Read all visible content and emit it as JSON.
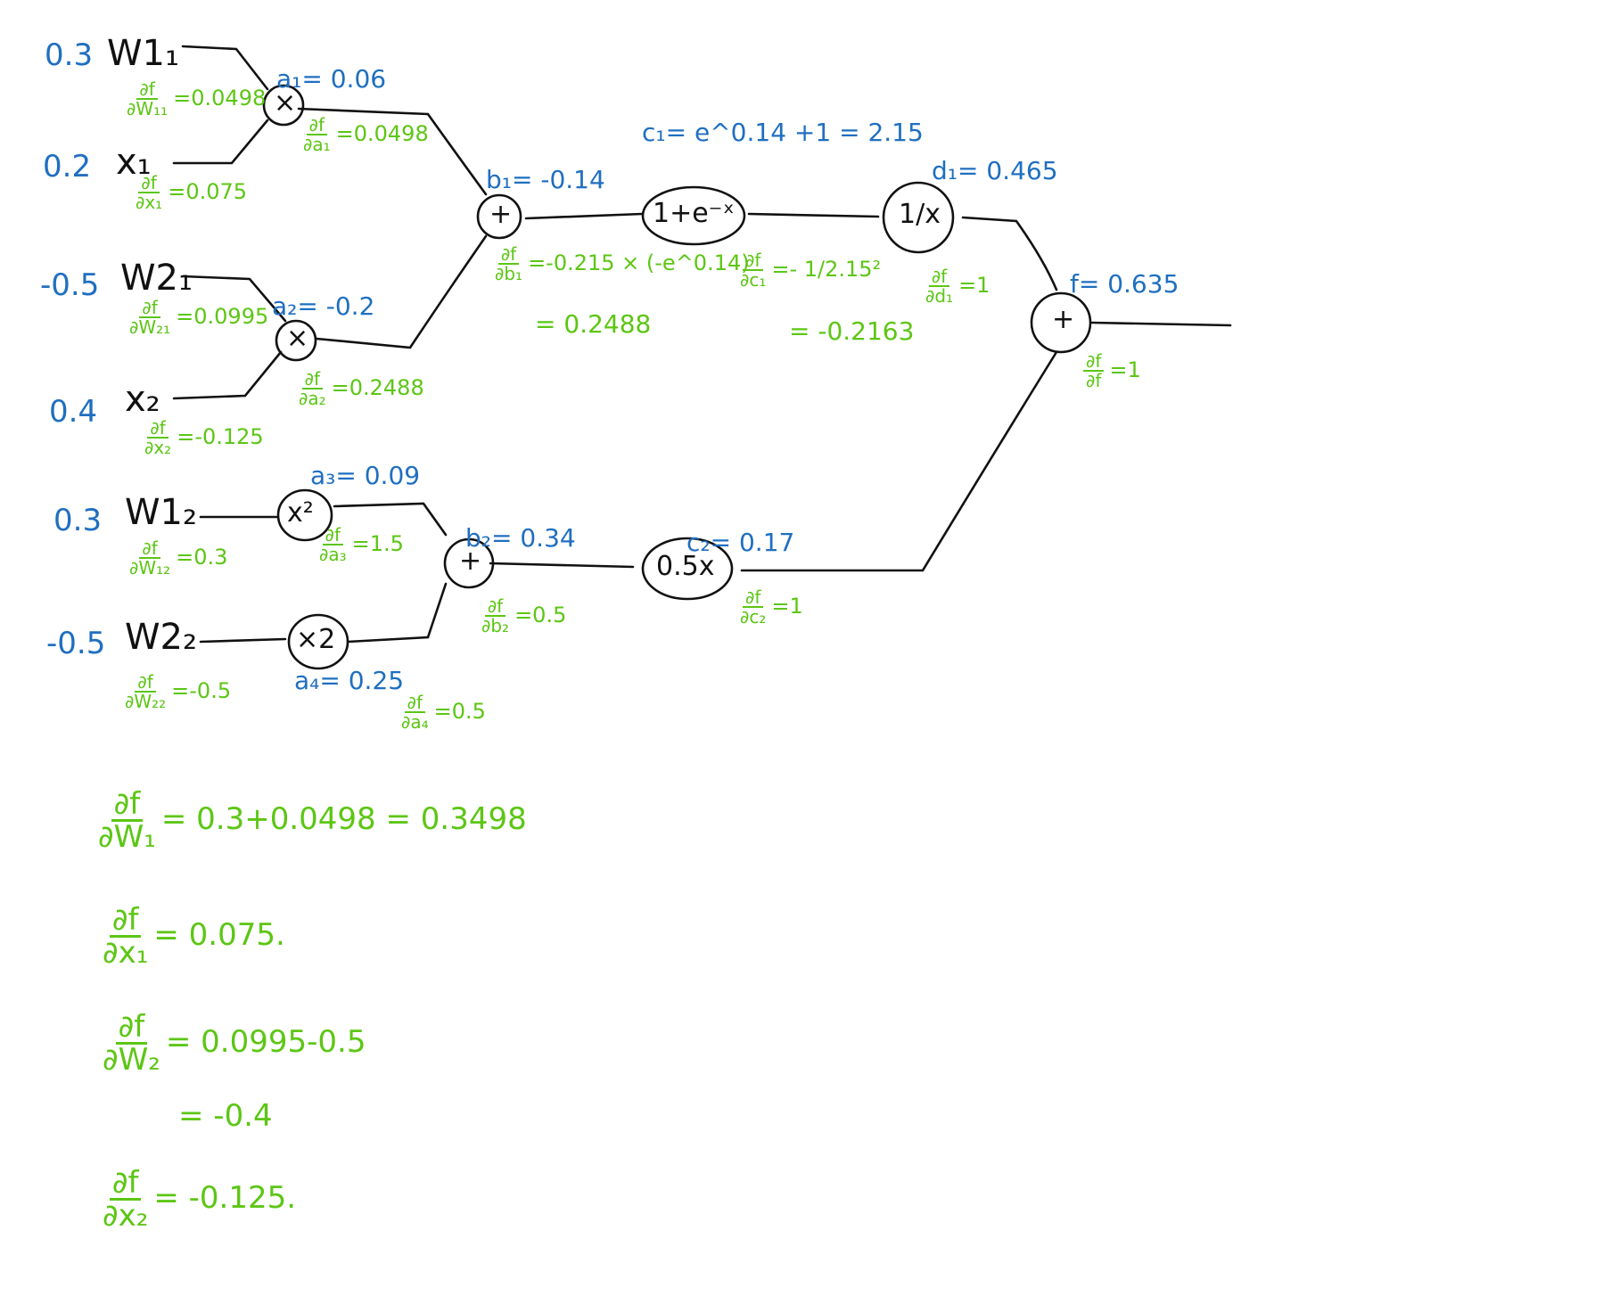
{
  "inputs": [
    {
      "value": "0.3",
      "name": "W1₁",
      "grad": "0.0498"
    },
    {
      "value": "0.2",
      "name": "x₁",
      "grad": "0.075"
    },
    {
      "value": "-0.5",
      "name": "W2₁",
      "grad": "0.0995"
    },
    {
      "value": "0.4",
      "name": "x₂",
      "grad": "-0.125"
    },
    {
      "value": "0.3",
      "name": "W1₂",
      "grad": "0.3"
    },
    {
      "value": "-0.5",
      "name": "W2₂",
      "grad": "-0.5"
    }
  ],
  "nodes": {
    "mul1": {
      "op": "×",
      "fwd": "a₁= 0.06",
      "grad_den": "∂a₁",
      "grad": "0.0498"
    },
    "mul2": {
      "op": "×",
      "fwd": "a₂= -0.2",
      "grad_den": "∂a₂",
      "grad": "0.2488"
    },
    "sq": {
      "op": "x²",
      "fwd": "a₃= 0.09",
      "grad_den": "∂a₃",
      "grad": "1.5"
    },
    "mulx2": {
      "op": "×2",
      "fwd": "a₄= 0.25",
      "grad_den": "∂a₄",
      "grad": "0.5"
    },
    "add1": {
      "op": "+",
      "fwd": "b₁= -0.14",
      "grad_den": "∂b₁",
      "grad_expr": "-0.215 × (-e^0.14)",
      "grad": "= 0.2488"
    },
    "add2": {
      "op": "+",
      "fwd": "b₂= 0.34",
      "grad_den": "∂b₂",
      "grad": "0.5"
    },
    "exp": {
      "op": "1+e⁻ˣ",
      "fwd": "c₁= e^0.14 +1 = 2.15",
      "grad_den": "∂c₁",
      "grad_expr": "- 1/2.15²",
      "grad": "= -0.2163"
    },
    "half": {
      "op": "0.5x",
      "fwd": "c₂= 0.17",
      "grad_den": "∂c₂",
      "grad": "1"
    },
    "recip": {
      "op": "1/x",
      "fwd": "d₁= 0.465",
      "grad_den": "∂d₁",
      "grad": "1"
    },
    "out": {
      "op": "+",
      "fwd": "f= 0.635",
      "grad_den": "∂f",
      "grad": "1"
    }
  },
  "summary": [
    {
      "den": "∂W₁",
      "expr": "= 0.3+0.0498 = 0.3498"
    },
    {
      "den": "∂x₁",
      "expr": "= 0.075."
    },
    {
      "den": "∂W₂",
      "expr": "= 0.0995-0.5"
    },
    {
      "den": "",
      "expr": "= -0.4"
    },
    {
      "den": "∂x₂",
      "expr": "= -0.125."
    }
  ],
  "partial_num": "∂f",
  "colors": {
    "forward": "#1f6fc0",
    "gradient": "#5cc614",
    "graph": "#111111"
  }
}
